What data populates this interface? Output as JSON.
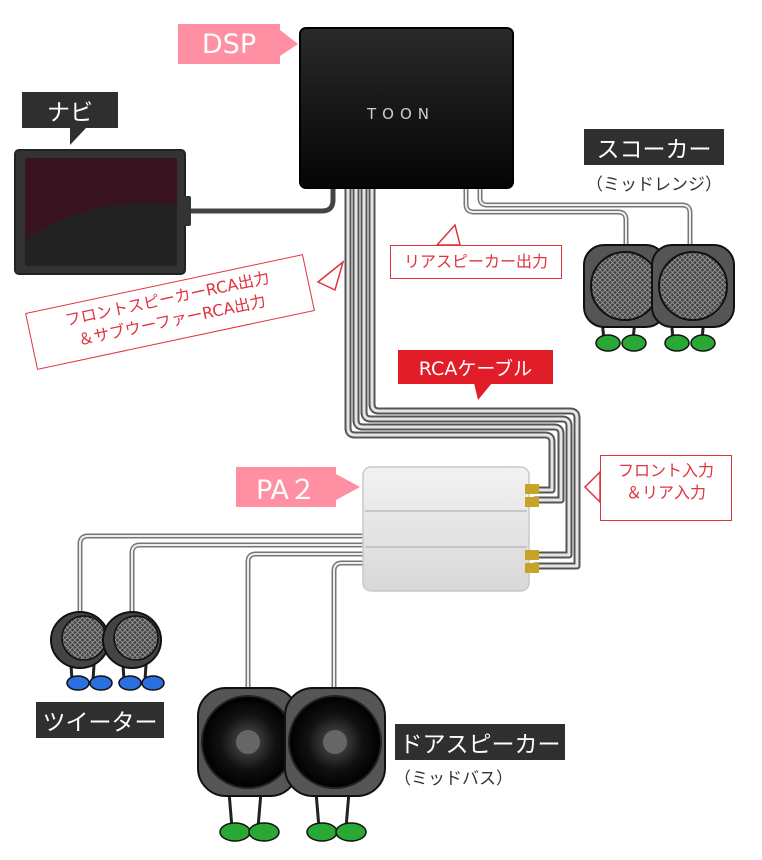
{
  "labels": {
    "dsp": "DSP",
    "navi": "ナビ",
    "squawker": "スコーカー",
    "squawker_sub": "（ミッドレンジ）",
    "rear_out": "リアスピーカー出力",
    "front_out_1": "フロントスピーカーRCA出力",
    "front_out_2": "＆サブウーファーRCA出力",
    "rca_cable": "RCAケーブル",
    "pa2": "PA２",
    "front_in_1": "フロント入力",
    "front_in_2": "＆リア入力",
    "tweeter": "ツイーター",
    "door": "ドアスピーカー",
    "door_sub": "（ミッドバス）"
  },
  "dsp_brand": "TOON"
}
